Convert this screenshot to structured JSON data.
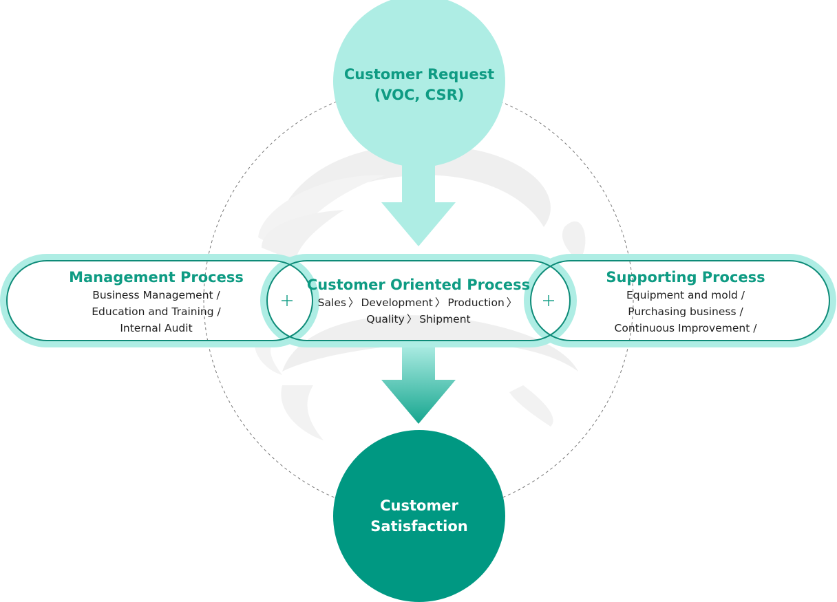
{
  "colors": {
    "accent": "#0e9b83",
    "light_teal": "#aeede4",
    "dark_teal": "#009882",
    "ring_outer": "#aeede4",
    "ring_inner": "#0e8b78",
    "dashed": "#777777",
    "swirl": "#efefef"
  },
  "nodes": {
    "request": {
      "line1": "Customer Request",
      "line2": "(VOC, CSR)"
    },
    "satisfaction": {
      "line1": "Customer",
      "line2": "Satisfaction"
    }
  },
  "processes": {
    "management": {
      "title": "Management Process",
      "items": [
        "Business Management /",
        "Education and Training /",
        "Internal Audit"
      ]
    },
    "customer_oriented": {
      "title": "Customer Oriented Process",
      "steps_row1": [
        "Sales",
        "Development",
        "Production"
      ],
      "steps_row2": [
        "Quality",
        "Shipment"
      ],
      "separator": "〉"
    },
    "supporting": {
      "title": "Supporting Process",
      "items": [
        "Equipment and mold /",
        "Purchasing business /",
        "Continuous Improvement /"
      ]
    }
  },
  "connectors": {
    "plus_symbol": "+"
  }
}
